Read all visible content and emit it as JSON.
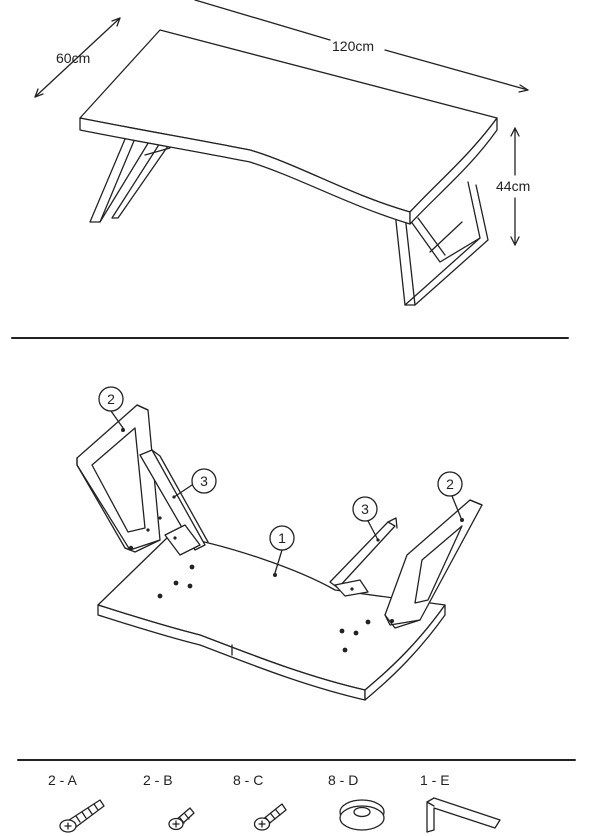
{
  "dimensions": {
    "width": "60cm",
    "length": "120cm",
    "height": "44cm"
  },
  "callouts": {
    "leg_left": "2",
    "brace_left": "3",
    "top": "1",
    "brace_right": "3",
    "leg_right": "2"
  },
  "parts": [
    {
      "qty_label": "2 - A"
    },
    {
      "qty_label": "2 - B"
    },
    {
      "qty_label": "8 - C"
    },
    {
      "qty_label": "8 - D"
    },
    {
      "qty_label": "1 - E"
    }
  ]
}
